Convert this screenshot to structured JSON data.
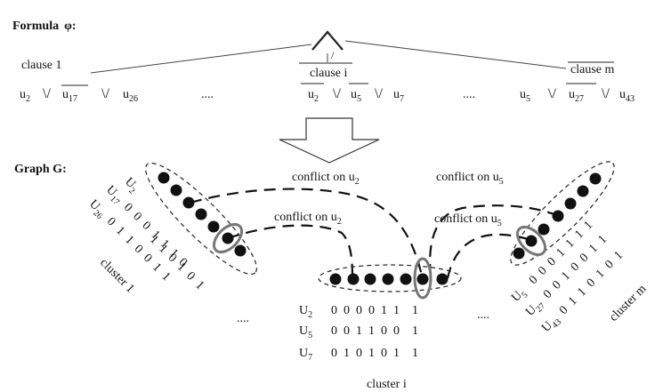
{
  "formula": {
    "title": "Formula",
    "symbol": "φ:",
    "and_symbol": "/",
    "or_symbol": "\\/",
    "ellipsis": "....",
    "clauses": [
      {
        "label": "clause 1",
        "terms": [
          {
            "b": "u",
            "s": "2",
            "neg": false
          },
          {
            "b": "u",
            "s": "17",
            "neg": true
          },
          {
            "b": "u",
            "s": "26",
            "neg": false
          }
        ]
      },
      {
        "label": "clause i",
        "terms": [
          {
            "b": "u",
            "s": "2",
            "neg": true
          },
          {
            "b": "u",
            "s": "5",
            "neg": true
          },
          {
            "b": "u",
            "s": "7",
            "neg": false
          }
        ]
      },
      {
        "label": "clause m",
        "terms": [
          {
            "b": "u",
            "s": "5",
            "neg": false
          },
          {
            "b": "u",
            "s": "27",
            "neg": true
          },
          {
            "b": "u",
            "s": "43",
            "neg": false
          }
        ]
      }
    ]
  },
  "graph": {
    "title": "Graph G:",
    "ellipsis": "....",
    "conflicts": [
      {
        "text": "conflict on u",
        "sub": "2"
      },
      {
        "text": "conflict on u",
        "sub": "2"
      },
      {
        "text": "conflict on u",
        "sub": "5"
      },
      {
        "text": "conflict on u",
        "sub": "5"
      }
    ],
    "clusters": [
      {
        "name": "cluster 1",
        "rows": [
          {
            "b": "U",
            "s": "2",
            "bits": ""
          },
          {
            "b": "U",
            "s": "17",
            "bits": "0 0 0 1 1 1 0"
          },
          {
            "b": "U",
            "s": "26",
            "bits": "0 1 1 0 0 1 1"
          }
        ],
        "last_row_bits": "1 1 0 1 0 1"
      },
      {
        "name": "cluster i",
        "rows": [
          {
            "b": "U",
            "s": "2",
            "bits": "0  0  0  0  1  1    1"
          },
          {
            "b": "U",
            "s": "5",
            "bits": "0  0  1  1  0  0    1"
          },
          {
            "b": "U",
            "s": "7",
            "bits": "0  1  0  1  0  1    1"
          }
        ]
      },
      {
        "name": "cluster m",
        "rows": [
          {
            "b": "U",
            "s": "5",
            "bits": "0 0 0 1 1 1 1"
          },
          {
            "b": "U",
            "s": "27",
            "bits": "0 0 1 0 0 1 1"
          },
          {
            "b": "U",
            "s": "43",
            "bits": "0 1 1 0 1 0 1"
          }
        ]
      }
    ]
  }
}
